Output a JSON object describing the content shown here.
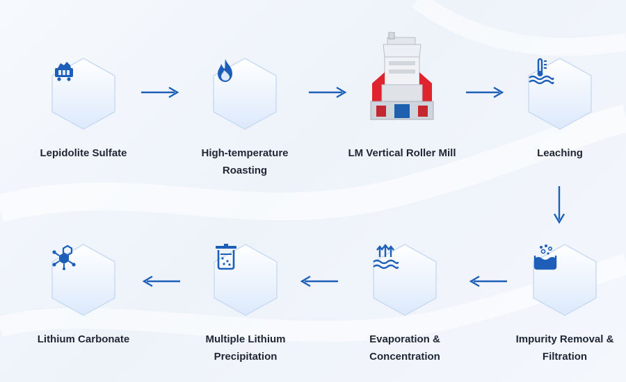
{
  "colors": {
    "accent": "#1d5fb8",
    "hex_fill_top": "#ffffff",
    "hex_fill_bottom": "#dce9fb",
    "text": "#1f2633"
  },
  "steps": [
    {
      "id": "lepidolite-sulfate",
      "line1": "Lepidolite Sulfate",
      "line2": "",
      "icon": "ore-cart-icon"
    },
    {
      "id": "roasting",
      "line1": "High-temperature",
      "line2": "Roasting",
      "icon": "flame-icon"
    },
    {
      "id": "vertical-roller-mill",
      "line1": "LM Vertical Roller Mill",
      "line2": "",
      "icon": "vertical-roller-mill-image"
    },
    {
      "id": "leaching",
      "line1": "Leaching",
      "line2": "",
      "icon": "thermometer-liquid-icon"
    },
    {
      "id": "impurity-removal",
      "line1": "Impurity Removal &",
      "line2": "Filtration",
      "icon": "bubbling-tank-icon"
    },
    {
      "id": "evaporation",
      "line1": "Evaporation &",
      "line2": "Concentration",
      "icon": "evaporation-waves-icon"
    },
    {
      "id": "precipitation",
      "line1": "Multiple Lithium",
      "line2": "Precipitation",
      "icon": "precipitation-beaker-icon"
    },
    {
      "id": "lithium-carbonate",
      "line1": "Lithium Carbonate",
      "line2": "",
      "icon": "molecule-icon"
    }
  ]
}
